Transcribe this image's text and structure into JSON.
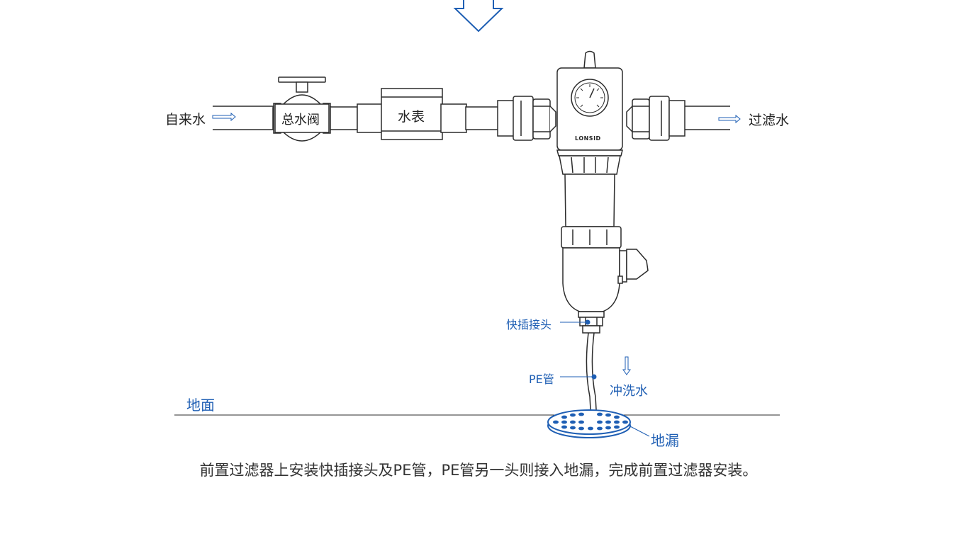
{
  "colors": {
    "line": "#2b2b2b",
    "accent": "#1f5fb4",
    "body_fill": "#ffffff",
    "caption": "#333333"
  },
  "labels": {
    "inlet_water": "自来水",
    "main_valve": "总水阀",
    "water_meter": "水表",
    "filtered_water": "过滤水",
    "brand": "LONSID",
    "quick_connector": "快插接头",
    "pe_pipe": "PE管",
    "flush_water": "冲洗水",
    "ground": "地面",
    "floor_drain": "地漏"
  },
  "caption": "前置过滤器上安装快插接头及PE管，PE管另一头则接入地漏，完成前置过滤器安装。",
  "icons": {
    "top_arrow": "down-arrow-icon",
    "gauge": "pressure-gauge-icon"
  }
}
